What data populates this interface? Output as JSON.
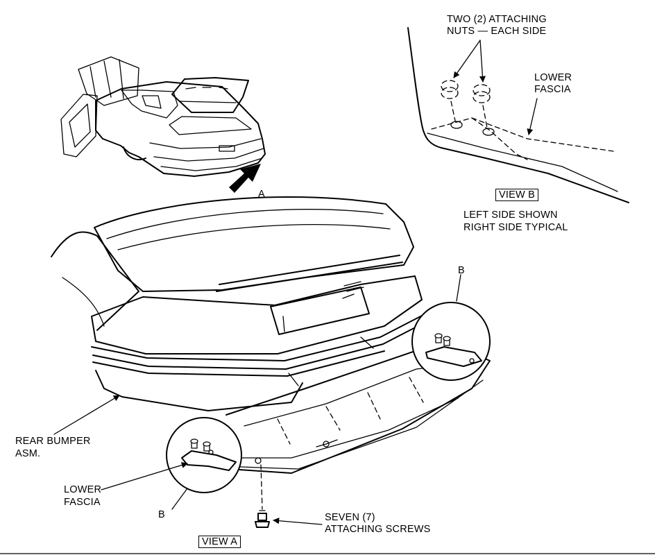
{
  "labels": {
    "view_b_nuts_line1": "TWO (2) ATTACHING",
    "view_b_nuts_line2": "NUTS — EACH SIDE",
    "view_b_fascia_line1": "LOWER",
    "view_b_fascia_line2": "FASCIA",
    "view_b_title": "VIEW B",
    "view_b_note_line1": "LEFT SIDE SHOWN",
    "view_b_note_line2": "RIGHT SIDE TYPICAL",
    "arrow_a": "A",
    "callout_b_right": "B",
    "callout_b_left": "B",
    "bumper_line1": "REAR BUMPER",
    "bumper_line2": "ASM.",
    "lower_fascia_line1": "LOWER",
    "lower_fascia_line2": "FASCIA",
    "screws_line1": "SEVEN (7)",
    "screws_line2": "ATTACHING SCREWS",
    "view_a_title": "VIEW A"
  }
}
